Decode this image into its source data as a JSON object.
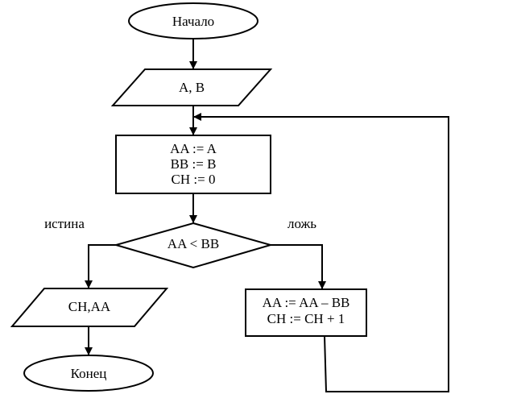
{
  "diagram": {
    "start": "Начало",
    "input": "A, B",
    "init": [
      "AA := A",
      "BB := B",
      "CH := 0"
    ],
    "condition": "AA < BB",
    "true_label": "истина",
    "false_label": "ложь",
    "output": "CH,AA",
    "loop_body": [
      "AA := AA – BB",
      "CH := CH + 1"
    ],
    "end": "Конец"
  }
}
